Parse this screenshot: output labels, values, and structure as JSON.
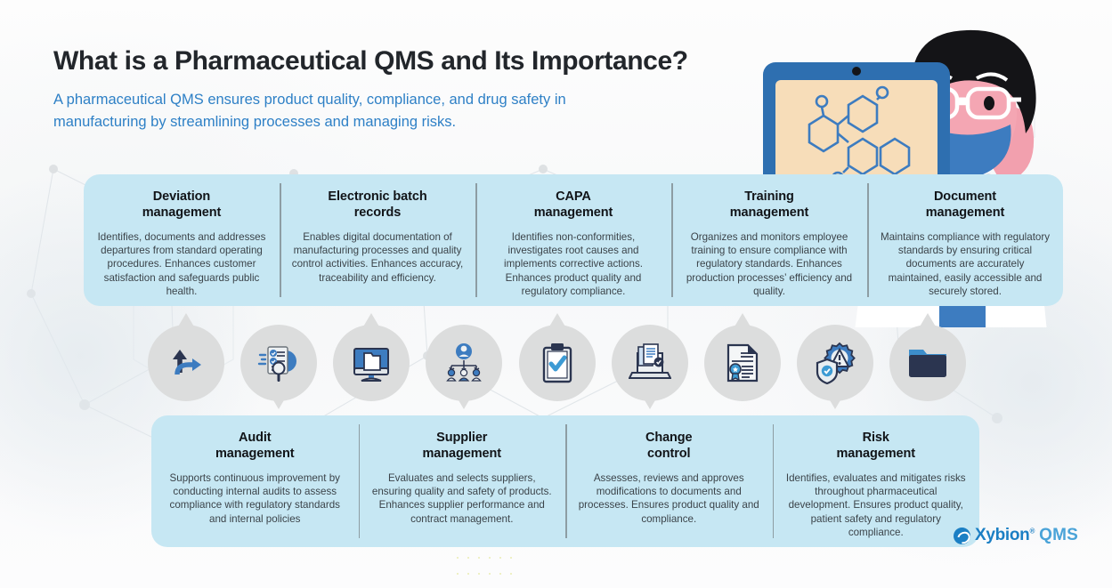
{
  "header": {
    "title": "What is a Pharmaceutical QMS and Its Importance?",
    "subtitle": "A pharmaceutical QMS ensures product quality, compliance, and drug safety in manufacturing by streamlining processes and managing risks."
  },
  "colors": {
    "card_background": "#c6e7f3",
    "subtitle_blue": "#2e80c6",
    "title_dark": "#22262b",
    "icon_bubble_gray": "#dcdddd",
    "brand_blue": "#1b7fc4",
    "accent_blue": "#4aa3d8"
  },
  "top_row": [
    {
      "title": "Deviation\nmanagement",
      "body": "Identifies, documents and addresses departures from standard operating procedures. Enhances customer satisfaction and safeguards public health."
    },
    {
      "title": "Electronic batch\nrecords",
      "body": "Enables digital documentation of manufacturing processes and quality control activities. Enhances accuracy, traceability and efficiency."
    },
    {
      "title": "CAPA\nmanagement",
      "body": "Identifies non-conformities, investigates root causes and implements corrective actions. Enhances product quality and regulatory compliance."
    },
    {
      "title": "Training\nmanagement",
      "body": "Organizes and monitors employee training to ensure compliance with regulatory standards. Enhances production processes’ efficiency and quality."
    },
    {
      "title": "Document\nmanagement",
      "body": "Maintains compliance with regulatory standards by ensuring critical documents are accurately maintained, easily accessible and securely stored."
    }
  ],
  "bottom_row": [
    {
      "title": "Audit\nmanagement",
      "body": "Supports continuous improvement by conducting internal audits to assess compliance with regulatory standards and internal policies"
    },
    {
      "title": "Supplier\nmanagement",
      "body": "Evaluates and selects suppliers, ensuring quality and safety of products. Enhances supplier performance and contract management."
    },
    {
      "title": "Change\ncontrol",
      "body": "Assesses, reviews and approves modifications to documents and processes. Ensures product quality and compliance."
    },
    {
      "title": "Risk\nmanagement",
      "body": "Identifies, evaluates and mitigates risks throughout pharmaceutical development. Ensures product quality, patient safety and regulatory compliance."
    }
  ],
  "icons": [
    {
      "name": "deviation-arrows-icon",
      "direction": "up"
    },
    {
      "name": "document-audit-search-icon",
      "direction": "down"
    },
    {
      "name": "monitor-records-icon",
      "direction": "up"
    },
    {
      "name": "team-hierarchy-icon",
      "direction": "down"
    },
    {
      "name": "clipboard-check-icon",
      "direction": "up"
    },
    {
      "name": "laptop-documents-icon",
      "direction": "down"
    },
    {
      "name": "certificate-document-icon",
      "direction": "up"
    },
    {
      "name": "risk-gear-shield-icon",
      "direction": "down"
    },
    {
      "name": "folder-icon",
      "direction": "up"
    }
  ],
  "illustration": {
    "name": "scientist-with-tablet",
    "description": "Masked scientist in lab coat holding a tablet showing a molecular structure"
  },
  "logo": {
    "brand": "Xybion",
    "registered": "®",
    "product": "QMS"
  }
}
